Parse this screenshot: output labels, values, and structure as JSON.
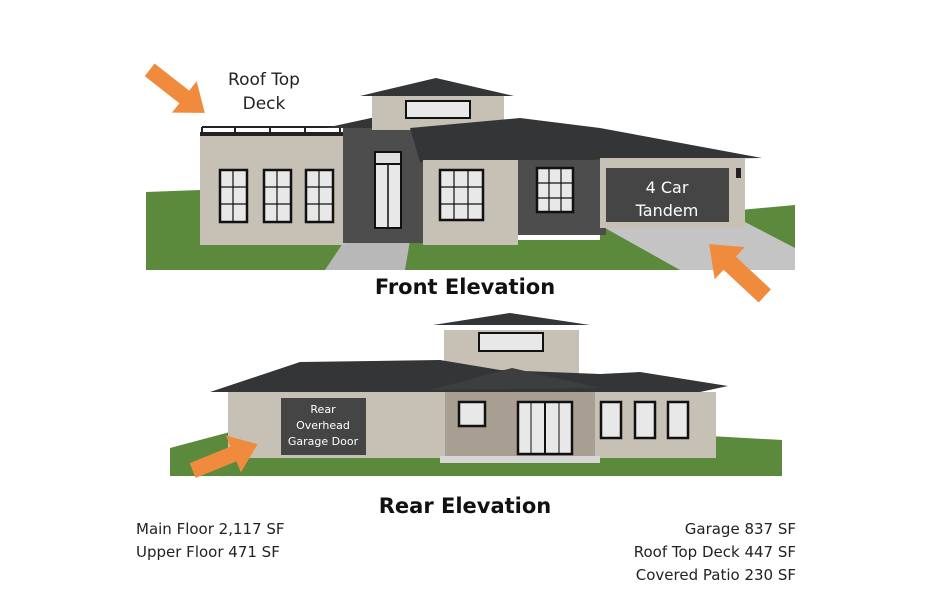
{
  "callouts": {
    "roof_top_deck": [
      "Roof Top",
      "Deck"
    ],
    "four_car": [
      "4 Car",
      "Tandem"
    ],
    "rear_garage": [
      "Rear",
      "Overhead",
      "Garage Door"
    ]
  },
  "titles": {
    "front": "Front Elevation",
    "rear": "Rear Elevation"
  },
  "areas_left": [
    "Main Floor 2,117 SF",
    "Upper Floor 471 SF"
  ],
  "areas_right": [
    "Garage 837 SF",
    "Roof Top Deck 447 SF",
    "Covered Patio 230 SF"
  ],
  "colors": {
    "stucco": "#c7c0b4",
    "stucco_dark": "#a89f92",
    "brick": "#4e4d4e",
    "roof": "#333536",
    "grass": "#5c8a3c",
    "concrete": "#c4c4c4",
    "garage_door": "#454545",
    "arrow": "#f08a3c"
  }
}
